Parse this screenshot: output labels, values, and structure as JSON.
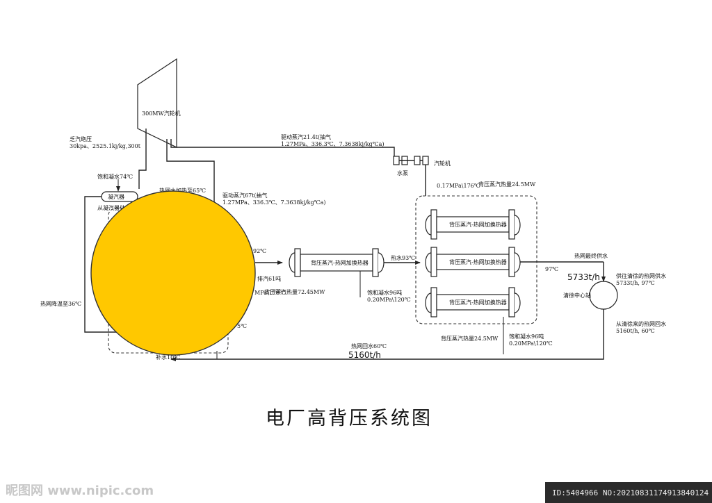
{
  "title": "电厂高背压系统图",
  "colors": {
    "circle_fill": "#FFC800",
    "circle_stroke": "#333333",
    "line": "#222222"
  },
  "labels": {
    "turbine_300": "300MW汽轮机",
    "exhaust_title": "乏汽绝压",
    "exhaust_params": "30kpa、2525.1kj/kg,300t",
    "drive_title": "驱动蒸汽21.4t(抽气",
    "drive_params": "1.27MPa、336.3℃、7.3638kj/kg℃a)",
    "pump": "水泵",
    "small_turbine": "汽轮机",
    "sat_water_74": "饱和凝水74℃",
    "condenser": "凝汽器",
    "heat_to_65": "热网水加热至65℃",
    "from_condenser": "从凝汽器处",
    "steam67_title": "驱动蒸汽67t(抽气",
    "steam67_params": "1.27MPa、336.3℃、7.3638kj/kg℃a)",
    "c92": "92℃",
    "exhaust61": "排汽61吨",
    "mpa176": "MPa\\176℃",
    "c55": "5℃",
    "net_cooled_36": "热网降温至36℃",
    "makeup_water": "补水10℃",
    "return_60": "热网回水60℃",
    "flow_5160": "5160t/h",
    "hx_label": "背压蒸汽-热网加换热器",
    "hx1_heat": "背压蒸汽热量72.45MW",
    "hot_water_93": "热水93℃",
    "sat96_a": "饱和凝水96吨",
    "sat96_a_p": "0.20MPa\\120℃",
    "mpa_017": "0.17MPa\\176℃",
    "bp_heat_top": "背压蒸汽热量24.5MW",
    "bp_heat_bottom": "背压蒸汽热量24.5MW",
    "sat96_b": "饱和凝水96吨",
    "sat96_b_p": "0.20MPa\\120℃",
    "final_supply": "热网最终供水",
    "c97": "97℃",
    "flow_5733": "5733t/h",
    "supply_title": "供往清徐的热网供水",
    "supply_params": "5733t/h, 97℃",
    "station": "清徐中心站",
    "return_title": "从清徐来的热网回水",
    "return_params": "5160t/h, 60℃"
  },
  "watermark": "昵图网 www.nipic.com",
  "image_id": "ID:5404966 NO:20210831174913840124"
}
